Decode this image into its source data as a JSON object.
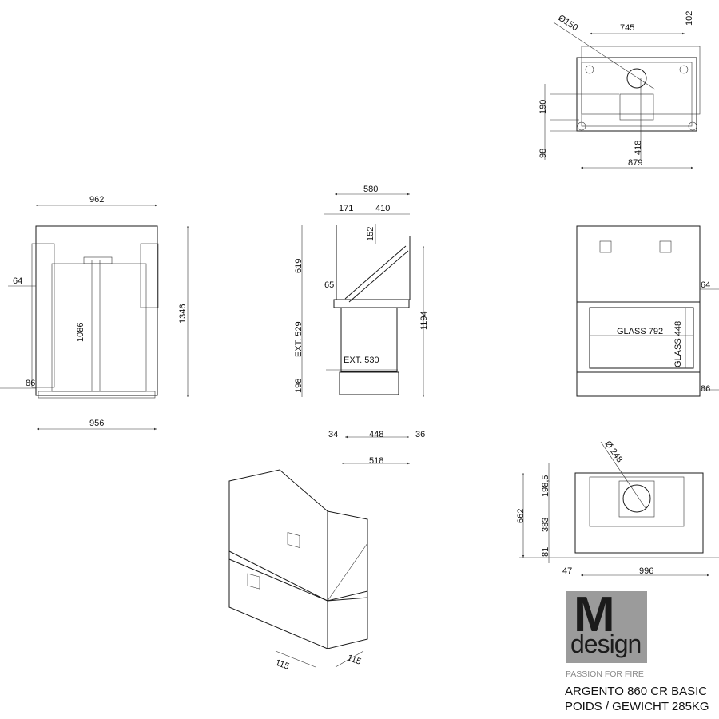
{
  "top_view": {
    "diameter": "Ø150",
    "width_inner": "745",
    "offset_right": "102",
    "depth_190": "190",
    "depth_98": "98",
    "center_418": "418",
    "width_outer": "879"
  },
  "front_view": {
    "width_top": "962",
    "height": "1346",
    "side_64": "64",
    "inner_height": "1086",
    "side_86": "86",
    "width_bottom": "956"
  },
  "side_view": {
    "width": "580",
    "offset_171": "171",
    "offset_410": "410",
    "flue_152": "152",
    "top_619": "619",
    "offset_65": "65",
    "ext_height": "EXT. 529",
    "ext_width": "EXT. 530",
    "height_1194": "1194",
    "base_198": "198",
    "foot_left": "34",
    "foot_span": "448",
    "foot_right": "36",
    "base_width": "518"
  },
  "right_view": {
    "glass_width": "GLASS 792",
    "glass_height": "GLASS 448",
    "side_64": "64",
    "side_86": "86"
  },
  "plan_view": {
    "diameter": "Ø 248",
    "depth": "662",
    "depth_198": "198,5",
    "depth_383": "383",
    "depth_81": "81",
    "offset_47": "47",
    "width": "996"
  },
  "iso_view": {
    "leg_left": "115",
    "leg_right": "115"
  },
  "logo": {
    "letter": "M",
    "word": "design",
    "tagline": "PASSION FOR FIRE"
  },
  "product": {
    "name": "ARGENTO 860 CR BASIC",
    "weight": "POIDS / GEWICHT 285KG"
  }
}
